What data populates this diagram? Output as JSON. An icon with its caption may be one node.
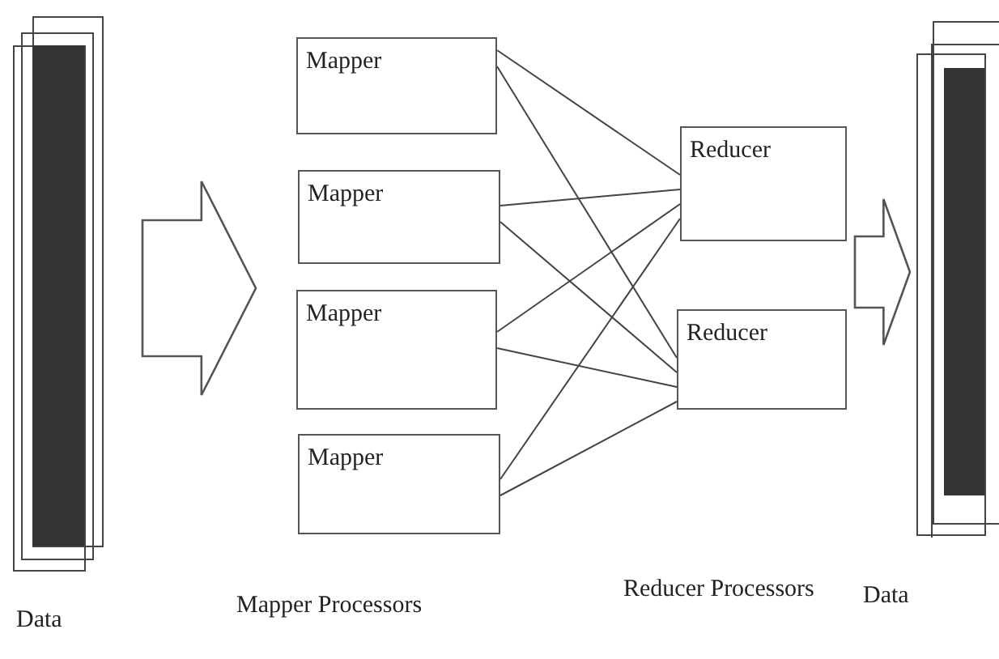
{
  "diagram": {
    "nodes": [
      {
        "text": [],
        "shape": "bar",
        "beside": [
          "Data"
        ]
      },
      {
        "text": [
          "Mapper"
        ]
      },
      {
        "text": [
          "Mapper"
        ]
      },
      {
        "text": [
          "Mapper"
        ]
      },
      {
        "text": [
          "Mapper"
        ]
      },
      {
        "text": [
          "Reducer"
        ]
      },
      {
        "text": [
          "Reducer"
        ]
      },
      {
        "text": [],
        "shape": "bar",
        "beside": [
          "Data"
        ]
      }
    ],
    "edges": [
      {
        "from": 0,
        "to": null,
        "arrow": "to",
        "style": "thick"
      },
      {
        "from": 1,
        "to": 5,
        "arrow": "none"
      },
      {
        "from": 1,
        "to": 6,
        "arrow": "none"
      },
      {
        "from": 2,
        "to": 5,
        "arrow": "none"
      },
      {
        "from": 2,
        "to": 6,
        "arrow": "none"
      },
      {
        "from": 3,
        "to": 5,
        "arrow": "none"
      },
      {
        "from": 3,
        "to": 6,
        "arrow": "none"
      },
      {
        "from": 4,
        "to": 5,
        "arrow": "none"
      },
      {
        "from": 4,
        "to": 6,
        "arrow": "none"
      },
      {
        "from": null,
        "to": 7,
        "arrow": "to",
        "style": "thick"
      }
    ],
    "labels": [
      "Mapper Processors",
      "Reducer Processors"
    ]
  }
}
